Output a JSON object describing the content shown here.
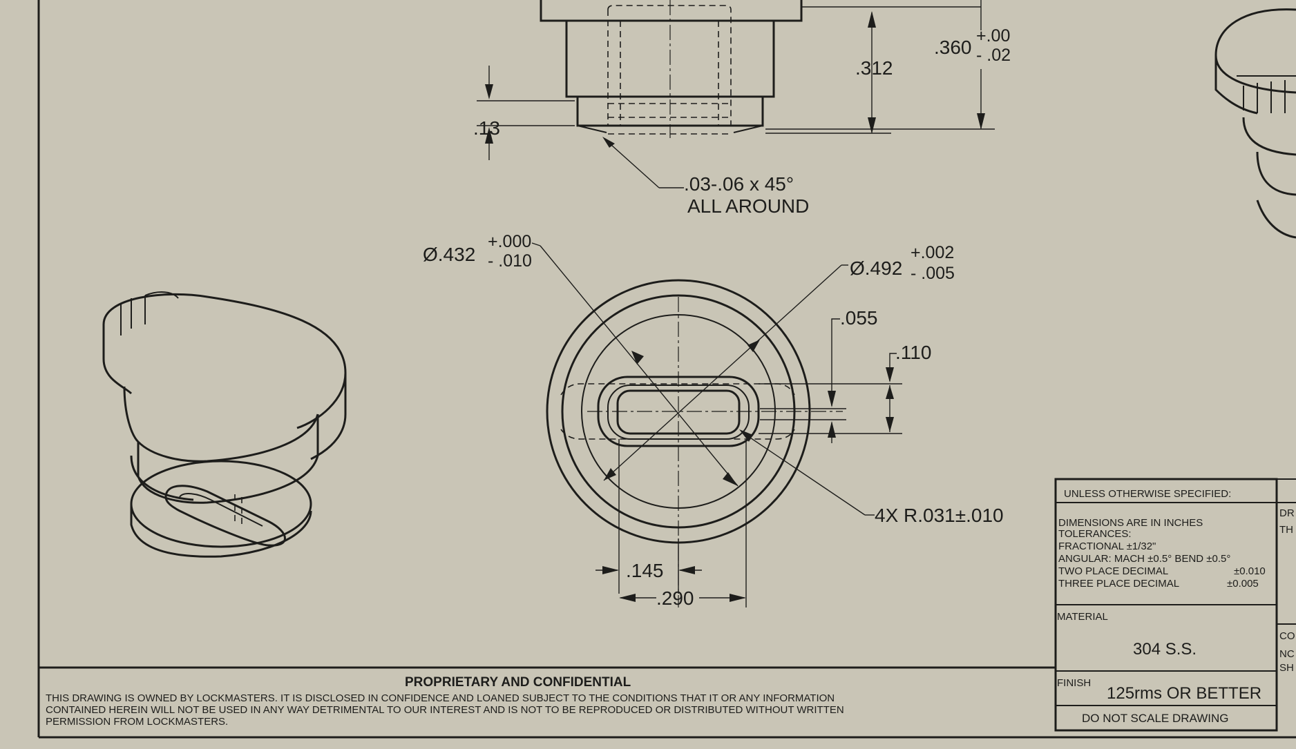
{
  "dimensions": {
    "d_13": ".13",
    "d_312": ".312",
    "d_360": ".360",
    "d_360_tol_plus": "+.00",
    "d_360_tol_minus": "- .02",
    "chamfer_line1": ".03-.06 x 45°",
    "chamfer_line2": "ALL AROUND",
    "dia_432": "Ø.432",
    "dia_432_tol_plus": "+.000",
    "dia_432_tol_minus": "- .010",
    "dia_492": "Ø.492",
    "dia_492_tol_plus": "+.002",
    "dia_492_tol_minus": "- .005",
    "d_055": ".055",
    "d_110": ".110",
    "radius": "4X R.031±.010",
    "d_145": ".145",
    "d_290": ".290"
  },
  "confidential": {
    "heading": "PROPRIETARY AND CONFIDENTIAL",
    "line1": "THIS DRAWING IS OWNED BY LOCKMASTERS. IT IS DISCLOSED IN CONFIDENCE AND LOANED SUBJECT TO THE CONDITIONS THAT IT OR ANY INFORMATION",
    "line2": "CONTAINED HEREIN WILL NOT BE USED IN ANY WAY DETRIMENTAL TO OUR INTEREST AND IS NOT TO BE REPRODUCED OR DISTRIBUTED WITHOUT WRITTEN",
    "line3": "PERMISSION FROM LOCKMASTERS."
  },
  "title_block": {
    "unless_specified": "UNLESS OTHERWISE SPECIFIED:",
    "dims_in_inches": "DIMENSIONS ARE IN INCHES",
    "tolerances": "TOLERANCES:",
    "fractional": "FRACTIONAL ±1/32\"",
    "angular": "ANGULAR: MACH ±0.5° BEND ±0.5°",
    "two_place_label": "TWO PLACE DECIMAL",
    "two_place_value": "±0.010",
    "three_place_label": "THREE PLACE DECIMAL",
    "three_place_value": "±0.005",
    "material_label": "MATERIAL",
    "material_value": "304 S.S.",
    "finish_label": "FINISH",
    "finish_value": "125rms OR BETTER",
    "no_scale": "DO NOT SCALE DRAWING",
    "cut_dr": "DR",
    "cut_th": "TH",
    "cut_co": "CO",
    "cut_nc": "NC",
    "cut_sh": "SH"
  }
}
